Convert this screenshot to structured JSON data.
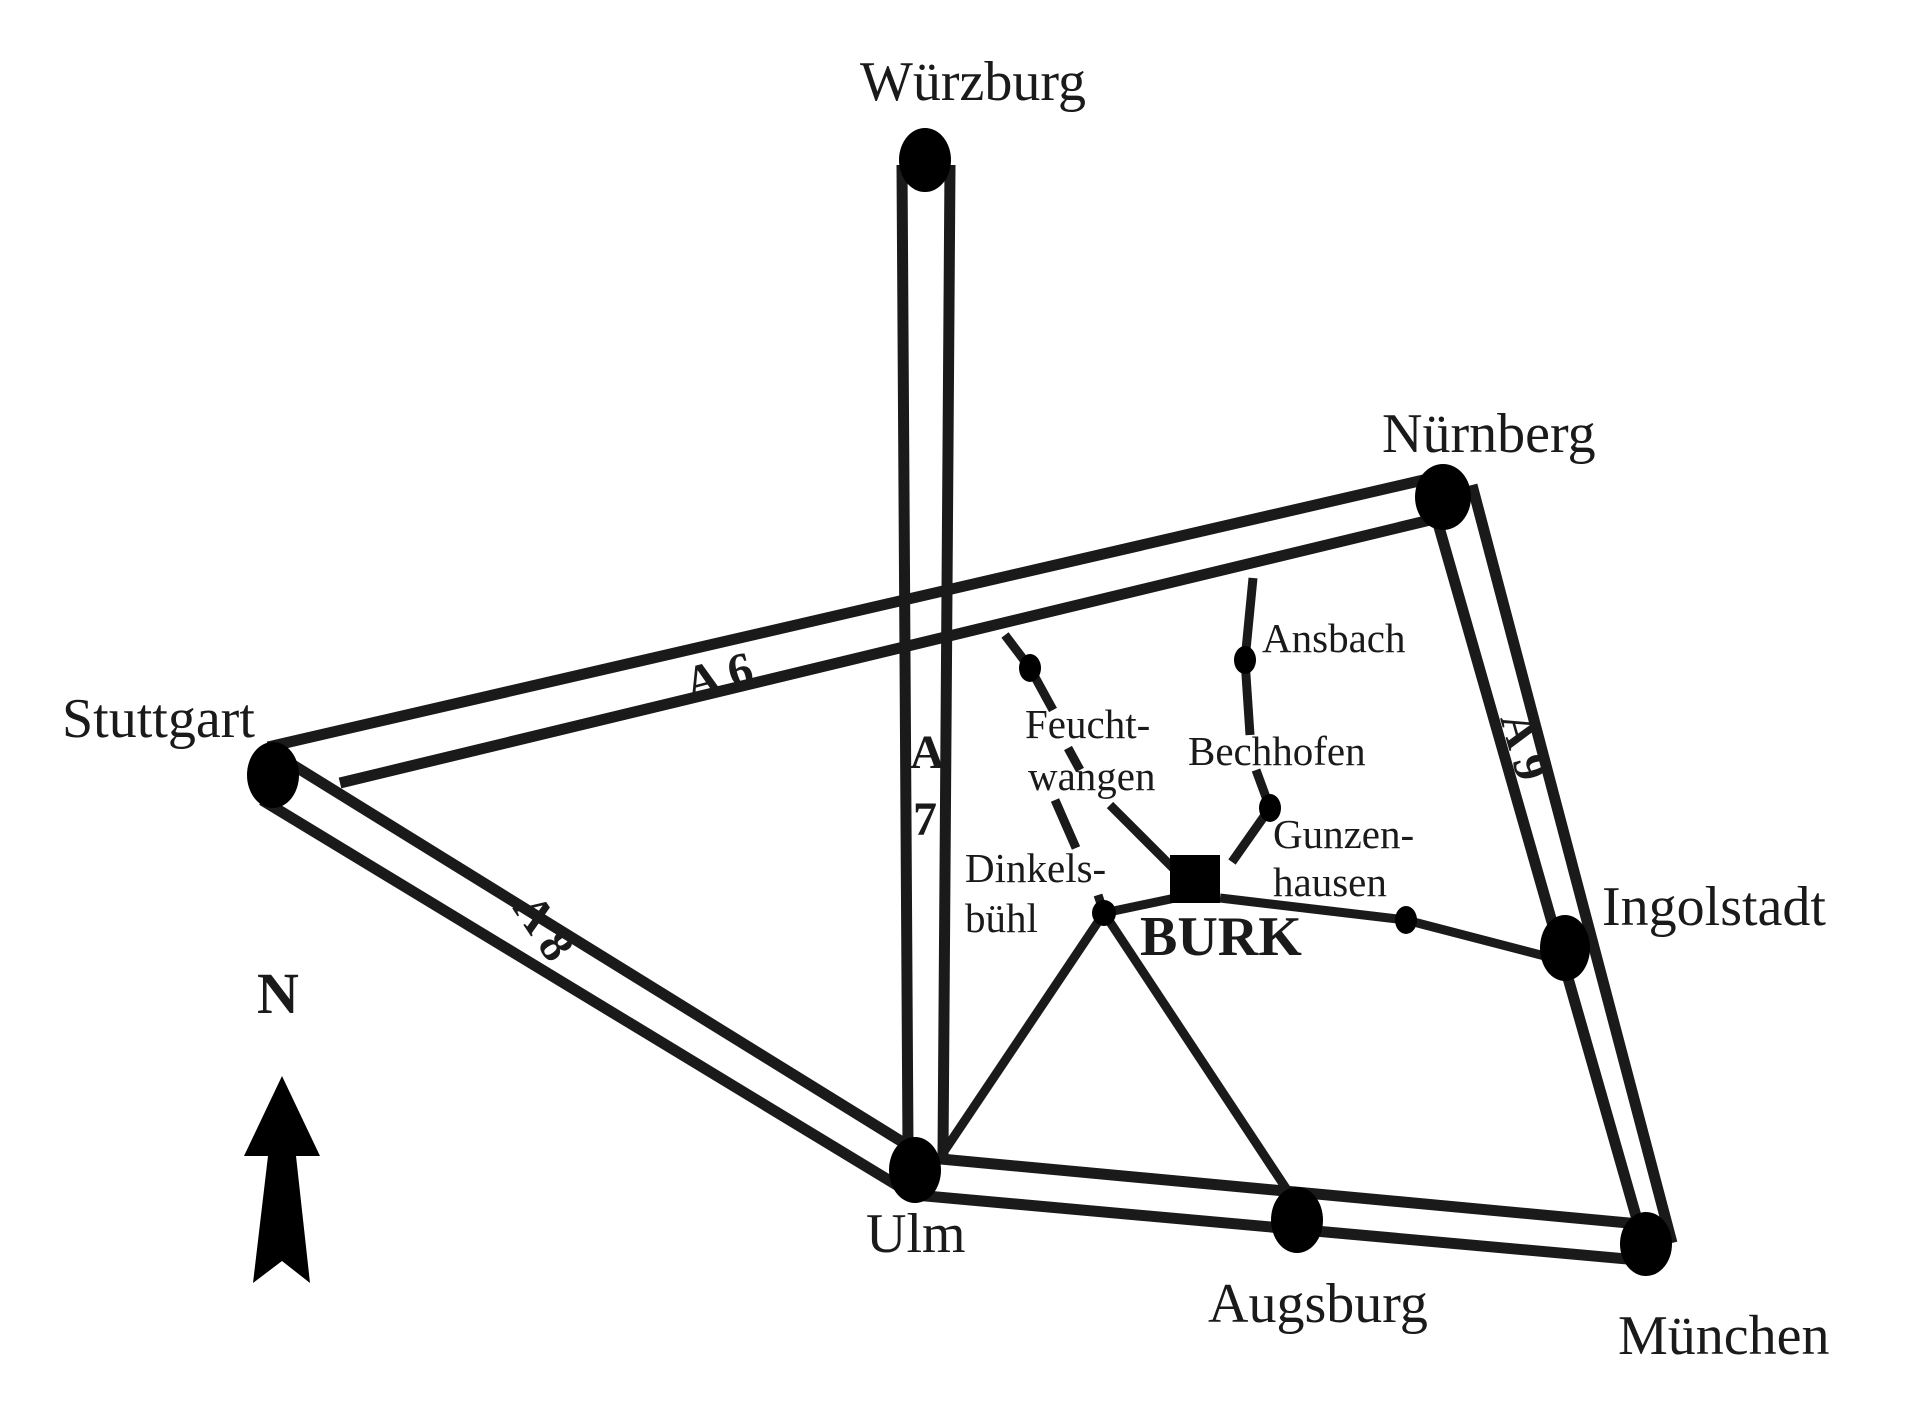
{
  "map": {
    "title": "Route map to BURK",
    "destination": {
      "name": "BURK",
      "icon": "destination-square-icon"
    },
    "north_indicator": {
      "label": "N",
      "icon": "north-arrow-icon"
    },
    "cities": {
      "wuerzburg": "Würzburg",
      "nuernberg": "Nürnberg",
      "stuttgart": "Stuttgart",
      "ingolstadt": "Ingolstadt",
      "ulm": "Ulm",
      "augsburg": "Augsburg",
      "muenchen": "München"
    },
    "towns": {
      "ansbach": "Ansbach",
      "feuchtwangen_1": "Feucht-",
      "feuchtwangen_2": "wangen",
      "bechhofen": "Bechhofen",
      "gunzenhausen_1": "Gunzen-",
      "gunzenhausen_2": "hausen",
      "dinkelsbuehl_1": "Dinkels-",
      "dinkelsbuehl_2": "bühl"
    },
    "highways": {
      "a6": "A 6",
      "a7_letter": "A",
      "a7_number": "7",
      "a8": "A 8",
      "a9": "A 9"
    },
    "colors": {
      "ink": "#1a1a1a",
      "background": "#ffffff"
    }
  }
}
